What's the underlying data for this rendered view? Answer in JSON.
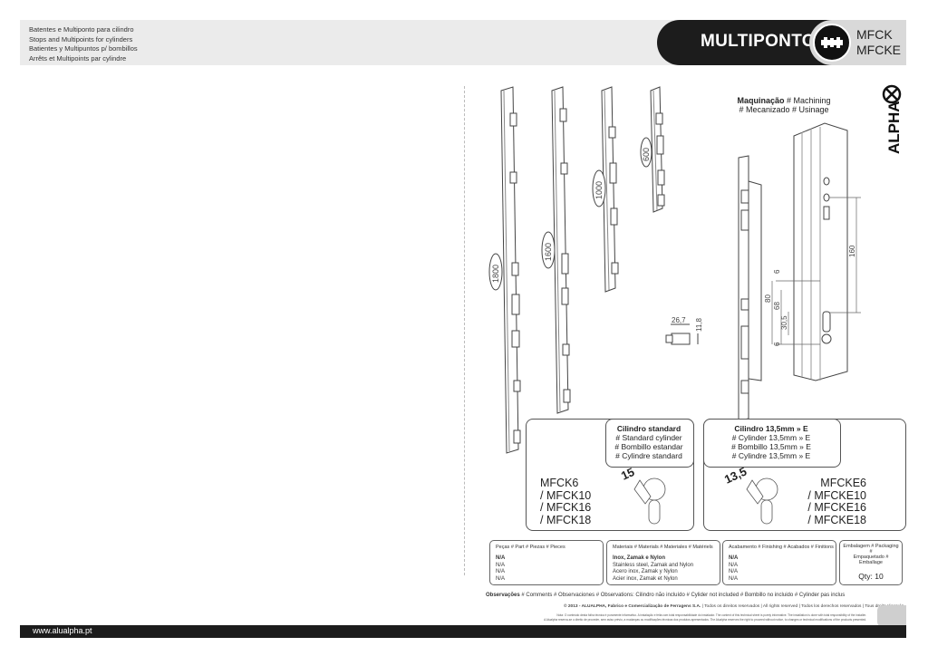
{
  "header": {
    "lines": [
      "Batentes e Multiponto para cilindro",
      "Stops and Multipoints for cylinders",
      "Batientes y Multipuntos p/ bombillos",
      "Arrêts et Multipoints par cylindre"
    ],
    "title": "MULTIPONTOS",
    "codes": [
      "MFCK",
      "MFCKE"
    ]
  },
  "brand": {
    "logo_text": "ALPHA"
  },
  "drawing": {
    "length_labels": [
      "1800",
      "1600",
      "1000",
      "600"
    ],
    "machining_title": "Maquinação",
    "machining_rest": " # Machining",
    "machining_line2": "# Mecanizado # Usinage",
    "dims": {
      "d1": "26,7",
      "d2": "11,8",
      "d3": "160",
      "d4": "80",
      "d5": "68",
      "d6": "30,5",
      "d7": "6",
      "d8": "6"
    }
  },
  "cylinders": {
    "standard": {
      "title": "Cilindro standard",
      "lines": [
        "# Standard cylinder",
        "# Bombillo estandar",
        "# Cylindre standard"
      ],
      "dim": "15",
      "models": [
        "MFCK6",
        "/ MFCK10",
        "/ MFCK16",
        "/ MFCK18"
      ]
    },
    "e": {
      "title": "Cilindro 13,5mm » E",
      "lines": [
        "# Cylinder 13,5mm » E",
        "# Bombillo 13,5mm » E",
        "# Cylindre 13,5mm » E"
      ],
      "dim": "13,5",
      "models": [
        "MFCKE6",
        "/ MFCKE10",
        "/ MFCKE16",
        "/ MFCKE18"
      ]
    }
  },
  "info": {
    "parts": {
      "header": "Peças # Part # Piezas # Pieces",
      "lines": [
        "N/A",
        "N/A",
        "N/A",
        "N/A"
      ]
    },
    "materials": {
      "header": "Materiais # Materials # Materiales # Matériels",
      "lines": [
        "Inox, Zamak e Nylon",
        "Stainless steel, Zamak and Nylon",
        "Acero inox, Zamak y Nylon",
        "Acier inox, Zamak et Nylon"
      ]
    },
    "finishing": {
      "header": "Acabamento # Finishing # Acabados # Finitions",
      "lines": [
        "N/A",
        "N/A",
        "N/A",
        "N/A"
      ]
    },
    "packaging": {
      "header1": "Embalagem # Packaging #",
      "header2": "Empaquetado # Emballage",
      "qty": "Qty: 10"
    }
  },
  "observations": {
    "label": "Observações",
    "text": " # Comments # Observaciones # Observations: Cilindro não incluído # Cylider not included # Bombillo no incluido # Cylinder pas inclus"
  },
  "copyright": {
    "bold": "© 2013 - ALUALPHA, Fabrico e Comercialização de Ferragens S.A.",
    "rest": " | Todos os direitos reservados | All rights reserved | Todos los derechos reservados | Tous droits réservés"
  },
  "notes": [
    "Nota: O conteúdo desta folha técnica é puramente informativo. A instalação e feita com total responsabilidade do instalador. The content of this technical sheet is purely informative. The installation is done with total responsibility of the installer.",
    "A Alualpha reserva-se o direito de proceder, sem aviso prévio, a mudanças ou modificações técnicas dos produtos apresentados. The Alualpha reserves the right to proceed without notice, to changes or technical modifications of the products presented."
  ],
  "footer": {
    "url": "www.alualpha.pt"
  }
}
